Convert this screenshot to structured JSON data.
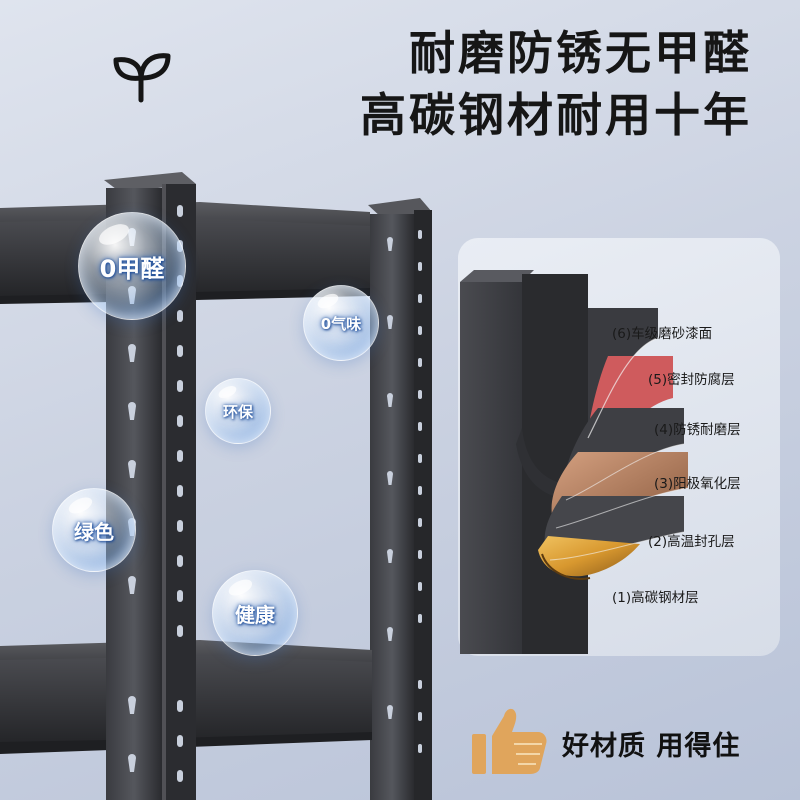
{
  "headline": {
    "line1": "耐磨防锈无甲醛",
    "line2": "高碳钢材耐用十年"
  },
  "icons": {
    "eco": "leaf-sprout-icon",
    "thumb": "thumbs-up-icon"
  },
  "bubbles": [
    {
      "name": "bubble-zero-formaldehyde",
      "label": "0甲醛"
    },
    {
      "name": "bubble-zero-odor",
      "label": "0气味"
    },
    {
      "name": "bubble-eco",
      "label": "环保"
    },
    {
      "name": "bubble-green",
      "label": "绿色"
    },
    {
      "name": "bubble-health",
      "label": "健康"
    }
  ],
  "layers": [
    {
      "name": "layer-6",
      "label": "(6)车级磨砂漆面"
    },
    {
      "name": "layer-5",
      "label": "(5)密封防腐层"
    },
    {
      "name": "layer-4",
      "label": "(4)防锈耐磨层"
    },
    {
      "name": "layer-3",
      "label": "(3)阳极氧化层"
    },
    {
      "name": "layer-2",
      "label": "(2)高温封孔层"
    },
    {
      "name": "layer-1",
      "label": "(1)高碳钢材层"
    }
  ],
  "badge": {
    "text": "好材质 用得住"
  },
  "colors": {
    "layer_red": "#cf5b5d",
    "layer_dark": "#3e3e42",
    "layer_copper": "#b8825f",
    "layer_gold": "#e0a540",
    "thumb": "#e0a55c",
    "steel": "#2e2f33"
  }
}
